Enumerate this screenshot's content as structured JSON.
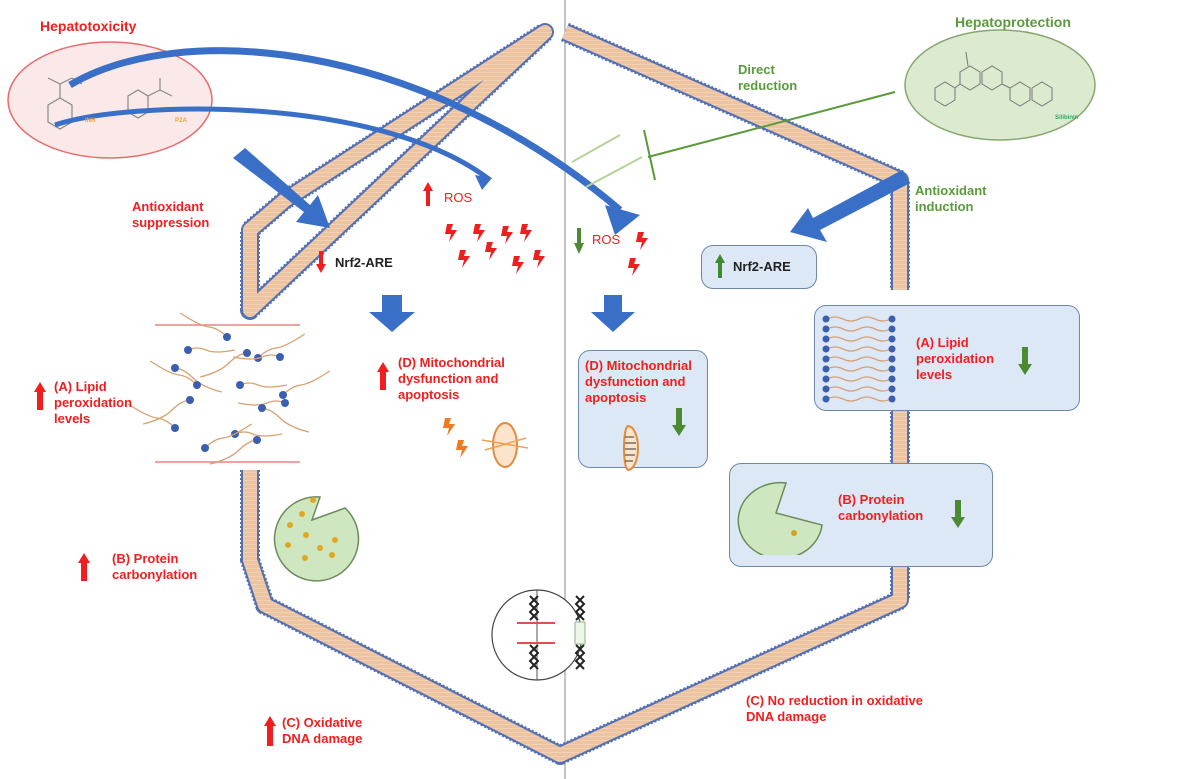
{
  "left_panel": {
    "title": "Hepatotoxicity",
    "drugs": [
      {
        "name": "INH"
      },
      {
        "name": "PZA"
      }
    ],
    "mechanism_label": "Antioxidant\nsuppression",
    "nrf2_label": "Nrf2-ARE",
    "nrf2_direction": "down",
    "ros_label": "ROS",
    "ros_direction": "up",
    "effects": [
      {
        "id": "A",
        "label": "(A) Lipid\nperoxidation\nlevels",
        "direction": "up"
      },
      {
        "id": "B",
        "label": "(B) Protein\ncarbonylation",
        "direction": "up"
      },
      {
        "id": "C",
        "label": "(C) Oxidative\nDNA damage",
        "direction": "up"
      },
      {
        "id": "D",
        "label": "(D) Mitochondrial\ndysfunction and\napoptosis",
        "direction": "up"
      }
    ]
  },
  "right_panel": {
    "title": "Hepatoprotection",
    "compound": "Silibinin",
    "direct_label": "Direct\nreduction",
    "mechanism_label": "Antioxidant\ninduction",
    "nrf2_label": "Nrf2-ARE",
    "nrf2_direction": "up",
    "ros_label": "ROS",
    "ros_direction": "down",
    "effects": [
      {
        "id": "A",
        "label": "(A) Lipid\nperoxidation\nlevels",
        "direction": "down"
      },
      {
        "id": "B",
        "label": "(B) Protein\ncarbonylation",
        "direction": "down"
      },
      {
        "id": "C",
        "label": "(C) No reduction in oxidative\nDNA damage",
        "direction": "none"
      },
      {
        "id": "D",
        "label": "(D) Mitochondrial\ndysfunction and\napoptosis",
        "direction": "down"
      }
    ]
  },
  "colors": {
    "toxic_red": "#f01e1e",
    "protect_green": "#5a9a3c",
    "arrow_blue": "#3a6fc8",
    "membrane_fill": "#eec4a0",
    "membrane_edge": "#5470b4",
    "box_fill": "#dde8f6"
  }
}
